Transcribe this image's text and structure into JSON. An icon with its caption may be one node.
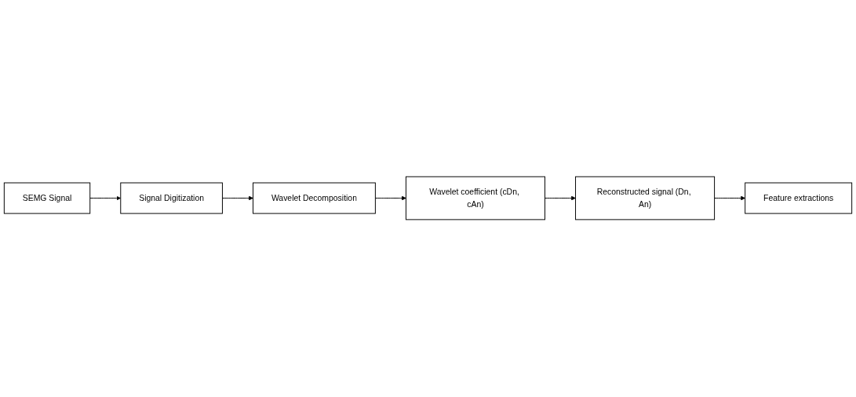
{
  "diagram": {
    "nodes": [
      {
        "text": [
          "SEMG Signal"
        ]
      },
      {
        "text": [
          "Signal Digitization"
        ]
      },
      {
        "text": [
          "Wavelet Decomposition"
        ]
      },
      {
        "text": [
          "Wavelet coefficient (cDn, cAn)"
        ]
      },
      {
        "text": [
          "Reconstructed signal (Dn, An)"
        ]
      },
      {
        "text": [
          "Feature extractions"
        ]
      }
    ],
    "edges": [
      {
        "from": 0,
        "to": 1,
        "arrow": "to"
      },
      {
        "from": 1,
        "to": 2,
        "arrow": "to"
      },
      {
        "from": 2,
        "to": 3,
        "arrow": "to"
      },
      {
        "from": 3,
        "to": 4,
        "arrow": "to"
      },
      {
        "from": 4,
        "to": 5,
        "arrow": "to"
      }
    ]
  }
}
